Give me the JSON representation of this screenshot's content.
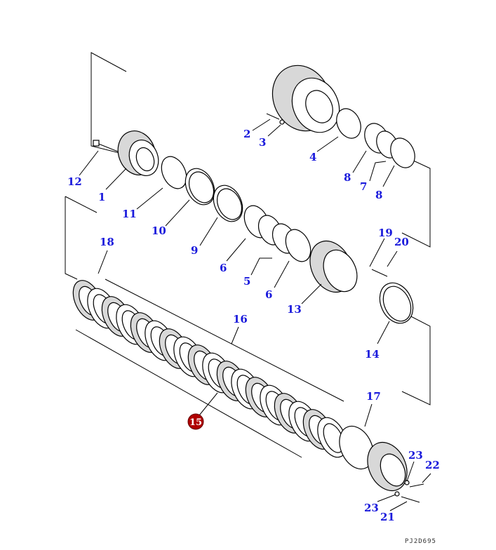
{
  "diagram": {
    "drawing_code": "PJ2D695",
    "callouts": [
      {
        "id": "c1",
        "label": "1"
      },
      {
        "id": "c2",
        "label": "2"
      },
      {
        "id": "c3",
        "label": "3"
      },
      {
        "id": "c4",
        "label": "4"
      },
      {
        "id": "c5",
        "label": "5"
      },
      {
        "id": "c6a",
        "label": "6"
      },
      {
        "id": "c6b",
        "label": "6"
      },
      {
        "id": "c7",
        "label": "7"
      },
      {
        "id": "c8a",
        "label": "8"
      },
      {
        "id": "c8b",
        "label": "8"
      },
      {
        "id": "c9",
        "label": "9"
      },
      {
        "id": "c10",
        "label": "10"
      },
      {
        "id": "c11",
        "label": "11"
      },
      {
        "id": "c12",
        "label": "12"
      },
      {
        "id": "c13",
        "label": "13"
      },
      {
        "id": "c14",
        "label": "14"
      },
      {
        "id": "c15",
        "label": "15",
        "highlight_color": "#b00000"
      },
      {
        "id": "c16",
        "label": "16"
      },
      {
        "id": "c17",
        "label": "17"
      },
      {
        "id": "c18",
        "label": "18"
      },
      {
        "id": "c19",
        "label": "19"
      },
      {
        "id": "c20",
        "label": "20"
      },
      {
        "id": "c21",
        "label": "21"
      },
      {
        "id": "c22",
        "label": "22"
      },
      {
        "id": "c23a",
        "label": "23"
      },
      {
        "id": "c23b",
        "label": "23"
      }
    ],
    "colors": {
      "callout": "#1a1adc",
      "highlight": "#b00000",
      "line": "#000000"
    }
  }
}
